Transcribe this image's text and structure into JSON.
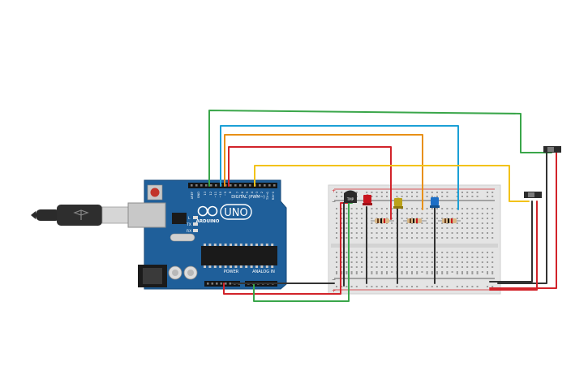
{
  "board": {
    "brand": "ARDUINO",
    "model": "UNO",
    "digital_label": "DIGITAL (PWM~)",
    "power_label": "POWER",
    "analog_label": "ANALOG IN",
    "tx_label": "TX",
    "rx_label": "RX",
    "l_label": "L",
    "aref_label": "AREF",
    "gnd_label": "GND",
    "pin_13": "13",
    "pin_12": "12",
    "pin_11": "~11",
    "pin_10": "~10",
    "pin_9": "~9",
    "pin_8": "8",
    "pin_7": "7",
    "pin_6": "~6",
    "pin_5": "~5",
    "pin_4": "4",
    "pin_3": "~3",
    "pin_2": "2",
    "pin_1": "TX→1",
    "pin_0": "RX←0"
  },
  "breadboard": {
    "plus": "+",
    "minus": "−",
    "sensor_label": "TMP"
  },
  "colors": {
    "board": "#1f5f9a",
    "breadboard": "#e4e4e4",
    "wire_red": "#d2232a",
    "wire_black": "#333333",
    "wire_green": "#3aa64a",
    "wire_orange": "#e89016",
    "wire_blue": "#1ba0d6",
    "wire_yellow": "#f2c21a",
    "led_red": "#c8141e",
    "led_yellow": "#bba21a",
    "led_blue": "#1d6fc6"
  }
}
